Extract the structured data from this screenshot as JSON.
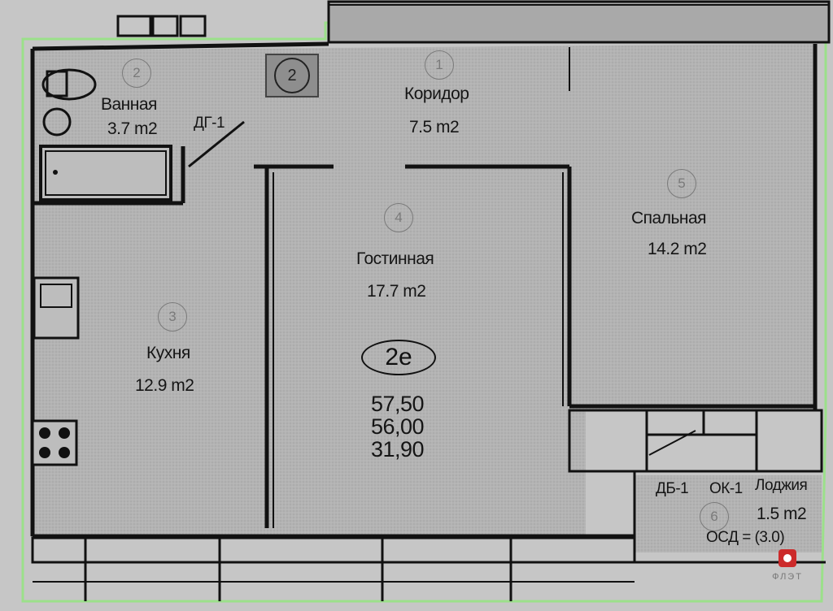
{
  "rooms": [
    {
      "id": "corridor",
      "number": "1",
      "name": "Коридор",
      "area": "7.5 m2"
    },
    {
      "id": "bathroom",
      "number": "2",
      "name": "Ванная",
      "area": "3.7 m2"
    },
    {
      "id": "kitchen",
      "number": "3",
      "name": "Кухня",
      "area": "12.9 m2"
    },
    {
      "id": "living",
      "number": "4",
      "name": "Гостинная",
      "area": "17.7 m2"
    },
    {
      "id": "bedroom",
      "number": "5",
      "name": "Спальная",
      "area": "14.2 m2"
    },
    {
      "id": "loggia",
      "number": "6",
      "name": "Лоджия",
      "area": "1.5 m2",
      "extra": "ОСД = (3.0)"
    }
  ],
  "unit": {
    "type": "2е",
    "total_area": "57,50",
    "area_2": "56,00",
    "living_area": "31,90"
  },
  "block_marker": "2",
  "door_labels": {
    "dg": "ДГ-1",
    "db": "ДБ-1",
    "ok": "ОК-1"
  },
  "logo_text": "ФЛЭТ",
  "colors": {
    "wall": "#111111",
    "floor": "#b4b4b4",
    "outline": "#9be08a",
    "logo": "#cc2a2a"
  }
}
